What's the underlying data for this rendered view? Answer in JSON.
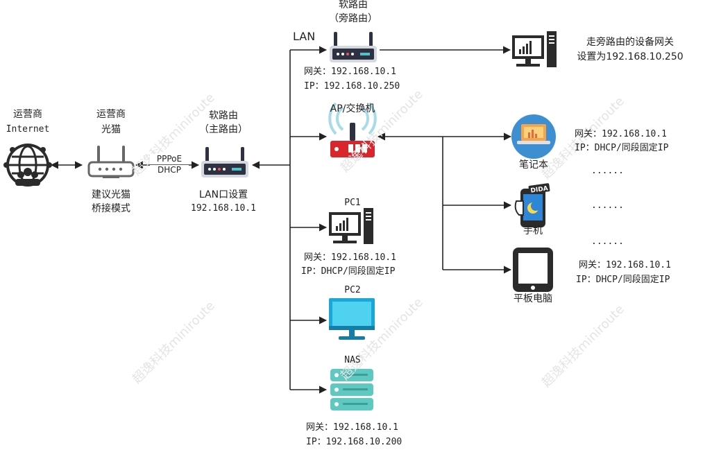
{
  "nodes": {
    "isp": {
      "line1": "运营商",
      "line2": "Internet"
    },
    "modem": {
      "line1": "运营商",
      "line2": "光猫",
      "note1": "建议光猫",
      "note2": "桥接模式"
    },
    "link_label": {
      "line1": "PPPoE",
      "line2": "DHCP"
    },
    "main_router": {
      "line1": "软路由",
      "line2": "（主路由）",
      "note1": "LAN口设置",
      "note2": "192.168.10.1"
    },
    "lan_label": "LAN",
    "side_router": {
      "line1": "软路由",
      "line2": "（旁路由）",
      "gw": "网关：192.168.10.1",
      "ip": "IP：192.168.10.250"
    },
    "side_pc": {
      "line1": "走旁路由的设备网关",
      "line2": "设置为192.168.10.250"
    },
    "ap": {
      "label": "AP/交换机"
    },
    "laptop": {
      "label": "笔记本",
      "gw": "网关：192.168.10.1",
      "ip": "IP：DHCP/同段固定IP"
    },
    "dots": [
      "......",
      "......",
      "......"
    ],
    "phone": {
      "label": "手机",
      "badge": "DIDA"
    },
    "tablet": {
      "label": "平板电脑",
      "gw": "网关：192.168.10.1",
      "ip": "IP：DHCP/同段固定IP"
    },
    "pc1": {
      "label": "PC1",
      "gw": "网关：192.168.10.1",
      "ip": "IP：DHCP/同段固定IP"
    },
    "pc2": {
      "label": "PC2"
    },
    "nas": {
      "label": "NAS",
      "gw": "网关：192.168.10.1",
      "ip": "IP：192.168.10.200"
    }
  },
  "watermark": "超逸科技miniroute",
  "colors": {
    "line": "#222222",
    "router_red": "#d9262c",
    "screen_blue": "#1ba6d8",
    "nas_teal": "#5fc8c0",
    "laptop_blue": "#3d8fd1"
  }
}
